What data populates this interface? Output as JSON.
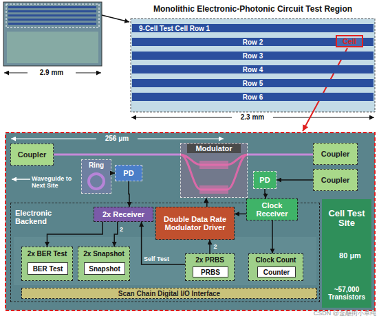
{
  "diagram": {
    "title": "Monolithic Electronic-Photonic Circuit Test Region",
    "nodes": [
      {
        "text": [
          "9-Cell Test Cell Row 1"
        ]
      },
      {
        "text": [
          "Row 2"
        ]
      },
      {
        "text": [
          "Cell"
        ],
        "in": 1
      },
      {
        "text": [
          "Row 3"
        ]
      },
      {
        "text": [
          "Row 4"
        ]
      },
      {
        "text": [
          "Row 5"
        ]
      },
      {
        "text": [
          "Row 6"
        ]
      },
      {
        "text": [
          "Coupler"
        ]
      },
      {
        "text": [
          "Ring"
        ]
      },
      {
        "text": [
          "PD"
        ]
      },
      {
        "text": [
          "Modulator"
        ]
      },
      {
        "text": [
          "Coupler"
        ]
      },
      {
        "text": [
          "Coupler"
        ]
      },
      {
        "text": [
          "PD"
        ]
      },
      {
        "text": [
          "Electronic Backend"
        ]
      },
      {
        "text": [
          "2x Receiver"
        ],
        "in": 14
      },
      {
        "text": [
          "Double Data Rate Modulator Driver"
        ],
        "in": 14
      },
      {
        "text": [
          "Clock Receiver"
        ],
        "in": 14
      },
      {
        "text": [
          "2x BER Test"
        ],
        "in": 14
      },
      {
        "text": [
          "BER Test"
        ],
        "in": 18
      },
      {
        "text": [
          "2x Snapshot"
        ],
        "in": 14
      },
      {
        "text": [
          "Snapshot"
        ],
        "in": 20
      },
      {
        "text": [
          "2x PRBS"
        ],
        "in": 14
      },
      {
        "text": [
          "PRBS"
        ],
        "in": 22
      },
      {
        "text": [
          "Clock Count"
        ],
        "in": 14
      },
      {
        "text": [
          "Counter"
        ],
        "in": 24
      },
      {
        "text": [
          "Scan Chain Digital I/O Interface"
        ],
        "in": 14
      },
      {
        "text": [
          "Cell Test Site",
          "~57,000 Transistors"
        ]
      }
    ],
    "edges": [
      {
        "from": 7,
        "to": 10,
        "arrow": "none"
      },
      {
        "from": 10,
        "to": 11,
        "arrow": "none"
      },
      {
        "from": 8,
        "to": 9,
        "arrow": "to"
      },
      {
        "from": 9,
        "to": 15,
        "arrow": "to"
      },
      {
        "from": 12,
        "to": 13,
        "arrow": "to"
      },
      {
        "from": 13,
        "to": 17,
        "arrow": "to"
      },
      {
        "from": 17,
        "to": 16,
        "arrow": "to"
      },
      {
        "from": 16,
        "to": 10,
        "arrow": "to"
      },
      {
        "from": 15,
        "to": 18,
        "arrow": "to"
      },
      {
        "from": 15,
        "to": 20,
        "label": "2",
        "arrow": "to"
      },
      {
        "from": 22,
        "to": 16,
        "label": "2",
        "arrow": "to"
      },
      {
        "from": 22,
        "to": 15,
        "label": "Self Test",
        "arrow": "to"
      },
      {
        "from": 17,
        "to": 24,
        "arrow": "to"
      }
    ],
    "labels": [
      "2.9 mm",
      "2.3 mm",
      "256 μm",
      "Waveguide to Next Site",
      "80 μm",
      "CSDN @金融街小单纯"
    ]
  }
}
